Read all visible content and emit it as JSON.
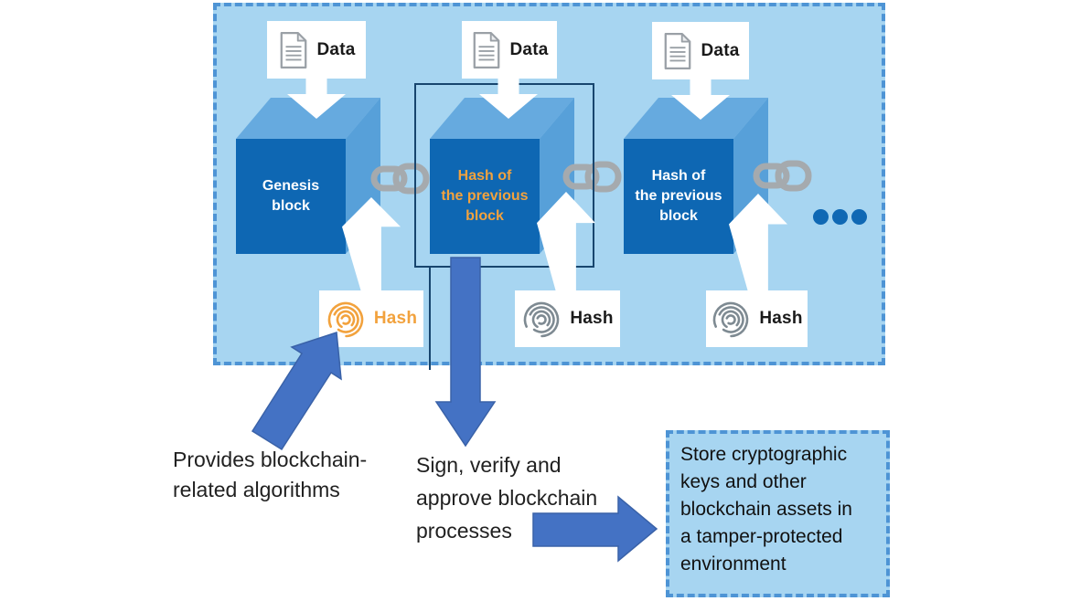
{
  "diagram": {
    "columns": [
      {
        "data_label": "Data",
        "block_label": "Genesis\nblock",
        "hash_label": "Hash",
        "highlighted": false
      },
      {
        "data_label": "Data",
        "block_label": "Hash of\nthe previous\nblock",
        "hash_label": "Hash",
        "highlighted": true
      },
      {
        "data_label": "Data",
        "block_label": "Hash of\nthe previous\nblock",
        "hash_label": "Hash",
        "highlighted": false
      }
    ],
    "ellipsis_dots": 3
  },
  "annotations": {
    "algorithms": "Provides blockchain-\nrelated algorithms",
    "sign": "Sign, verify and\napprove blockchain\nprocesses",
    "store": "Store cryptographic\nkeys and other\nblockchain assets in\na tamper-protected\nenvironment"
  },
  "icons": {
    "data": "document-icon",
    "hash": "fingerprint-icon",
    "between_blocks": "chain-link-icon",
    "continuation": "ellipsis-dots"
  },
  "colors": {
    "frame_bg": "#A7D5F1",
    "frame_border": "#4E94D5",
    "cube_front": "#0E67B3",
    "cube_top": "#66AADF",
    "cube_right": "#57A0D9",
    "chain": "#A5AAAE",
    "accent_orange": "#F2A23D",
    "arrow_blue": "#4472C4",
    "arrow_blue_edge": "#3A62A8",
    "dots": "#0F68B4",
    "outline_navy": "#17456E",
    "text_dark": "#212121",
    "fp_gray": "#7E8A92",
    "doc_gray": "#9AA0A6"
  }
}
